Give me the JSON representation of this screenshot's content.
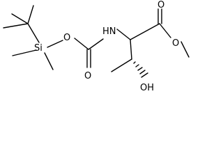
{
  "molecule": {
    "atoms": {
      "silicon": "Si",
      "ether_oxygen": "O",
      "nh": "HN",
      "carbamate_oxygen": "O",
      "ester_carbonyl_oxygen": "O",
      "ester_oxygen": "O",
      "hydroxyl": "OH"
    }
  }
}
